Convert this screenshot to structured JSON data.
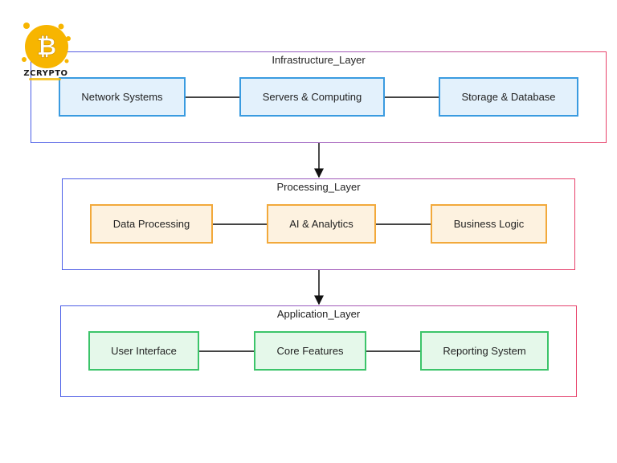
{
  "logo": {
    "text": "ZCRYPTO",
    "symbol": "₿",
    "color": "#f5b800"
  },
  "layers": [
    {
      "title": "Infrastructure_Layer",
      "nodes": [
        "Network Systems",
        "Servers & Computing",
        "Storage & Database"
      ],
      "node_color": "blue"
    },
    {
      "title": "Processing_Layer",
      "nodes": [
        "Data Processing",
        "AI & Analytics",
        "Business Logic"
      ],
      "node_color": "orange"
    },
    {
      "title": "Application_Layer",
      "nodes": [
        "User Interface",
        "Core Features",
        "Reporting System"
      ],
      "node_color": "green"
    }
  ],
  "colors": {
    "blue_fill": "#e3f1fc",
    "blue_border": "#3a9be0",
    "orange_fill": "#fdf2e0",
    "orange_border": "#f2a93b",
    "green_fill": "#e5f8ea",
    "green_border": "#3cc46a",
    "layer_border_start": "#4a5ee8",
    "layer_border_end": "#e8416a"
  }
}
